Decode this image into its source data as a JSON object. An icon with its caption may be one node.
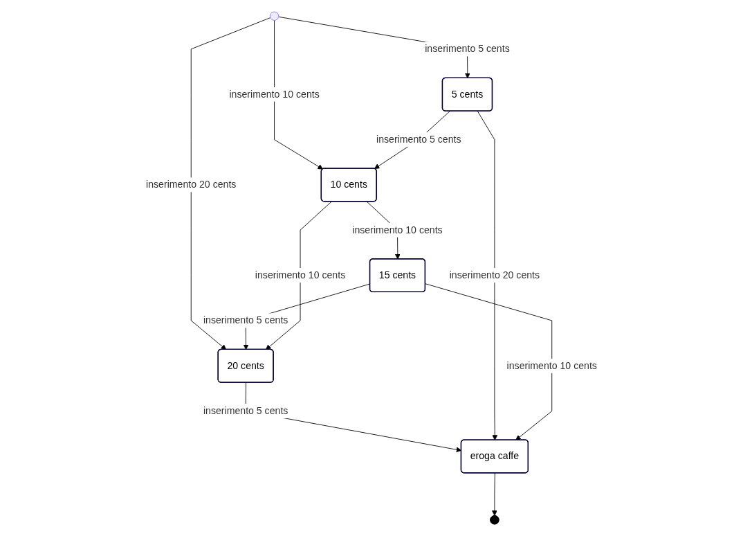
{
  "diagram": {
    "nodes": [
      {
        "text": [
          "20 cents"
        ]
      },
      {
        "text": [
          "eroga caffe"
        ]
      },
      {
        "text": [],
        "shape": "circle"
      },
      {
        "text": [],
        "shape": "circle"
      },
      {
        "text": [
          "15 cents"
        ]
      },
      {
        "text": [
          "5 cents"
        ]
      },
      {
        "text": [
          "10 cents"
        ]
      }
    ],
    "edges": [
      {
        "from": 0,
        "to": 1,
        "arrow": "to",
        "label": "inserimento 5 cents"
      },
      {
        "from": 1,
        "to": 2,
        "arrow": "to"
      },
      {
        "from": 3,
        "to": 0,
        "arrow": "to",
        "label": "inserimento 20 cents"
      },
      {
        "from": 5,
        "to": 1,
        "arrow": "to",
        "label": "inserimento 20 cents"
      },
      {
        "from": 4,
        "to": 1,
        "arrow": "to",
        "label": "inserimento 10 cents"
      },
      {
        "from": 3,
        "to": 6,
        "arrow": "to",
        "label": "inserimento 10 cents"
      },
      {
        "from": 4,
        "to": 0,
        "arrow": "to",
        "label": "inserimento 5 cents"
      },
      {
        "from": 3,
        "to": 5,
        "arrow": "to",
        "label": "inserimento 5 cents"
      },
      {
        "from": 6,
        "to": 0,
        "arrow": "to",
        "label": "inserimento 10 cents"
      },
      {
        "from": 6,
        "to": 4,
        "arrow": "to",
        "label": "inserimento 10 cents"
      },
      {
        "from": 5,
        "to": 6,
        "arrow": "to",
        "label": "inserimento 5 cents"
      }
    ]
  }
}
